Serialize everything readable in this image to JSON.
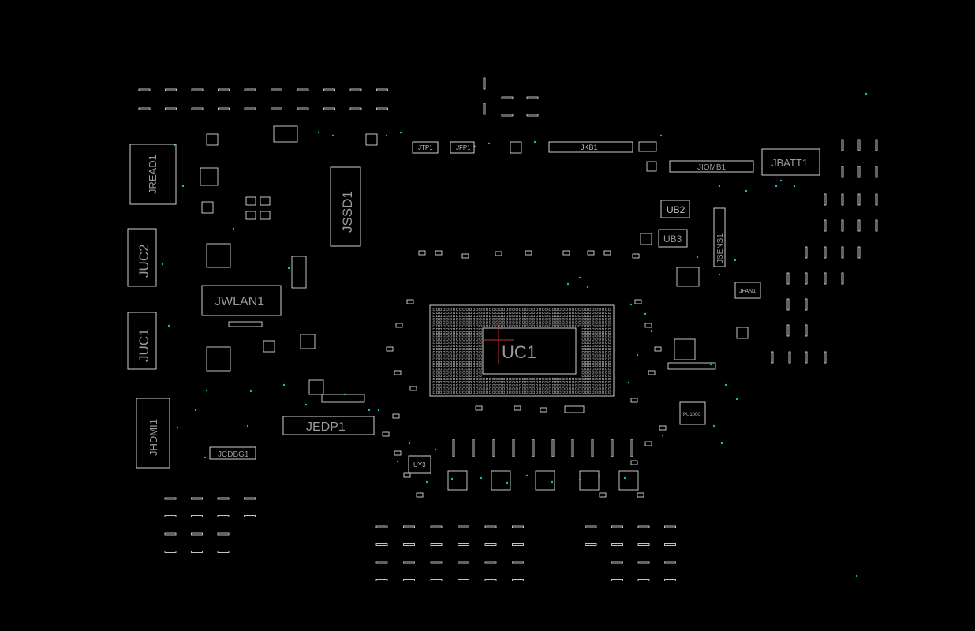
{
  "viewer": {
    "background": "#000000",
    "outline_color": "#d0d0d0",
    "label_color": "#9a9a9a",
    "via_color": "#1fb3c7",
    "cursor_color": "#c0303a"
  },
  "components": {
    "jread1": "JREAD1",
    "juc2": "JUC2",
    "juc1": "JUC1",
    "jhdmi1": "JHDMI1",
    "jdbg1": "JCDBG1",
    "jwlan1": "JWLAN1",
    "jssd1": "JSSD1",
    "jedp1": "JEDP1",
    "jtp1": "JTP1",
    "jfp1": "JFP1",
    "jkb1": "JKB1",
    "jiomb1": "JIOMB1",
    "jbatt1": "JBATT1",
    "ub2": "UB2",
    "ub3": "UB3",
    "jsens1": "JSENS1",
    "jfan1": "JFAN1",
    "uc1": "UC1",
    "uy3": "UY3",
    "pu1000": "PU1000"
  }
}
